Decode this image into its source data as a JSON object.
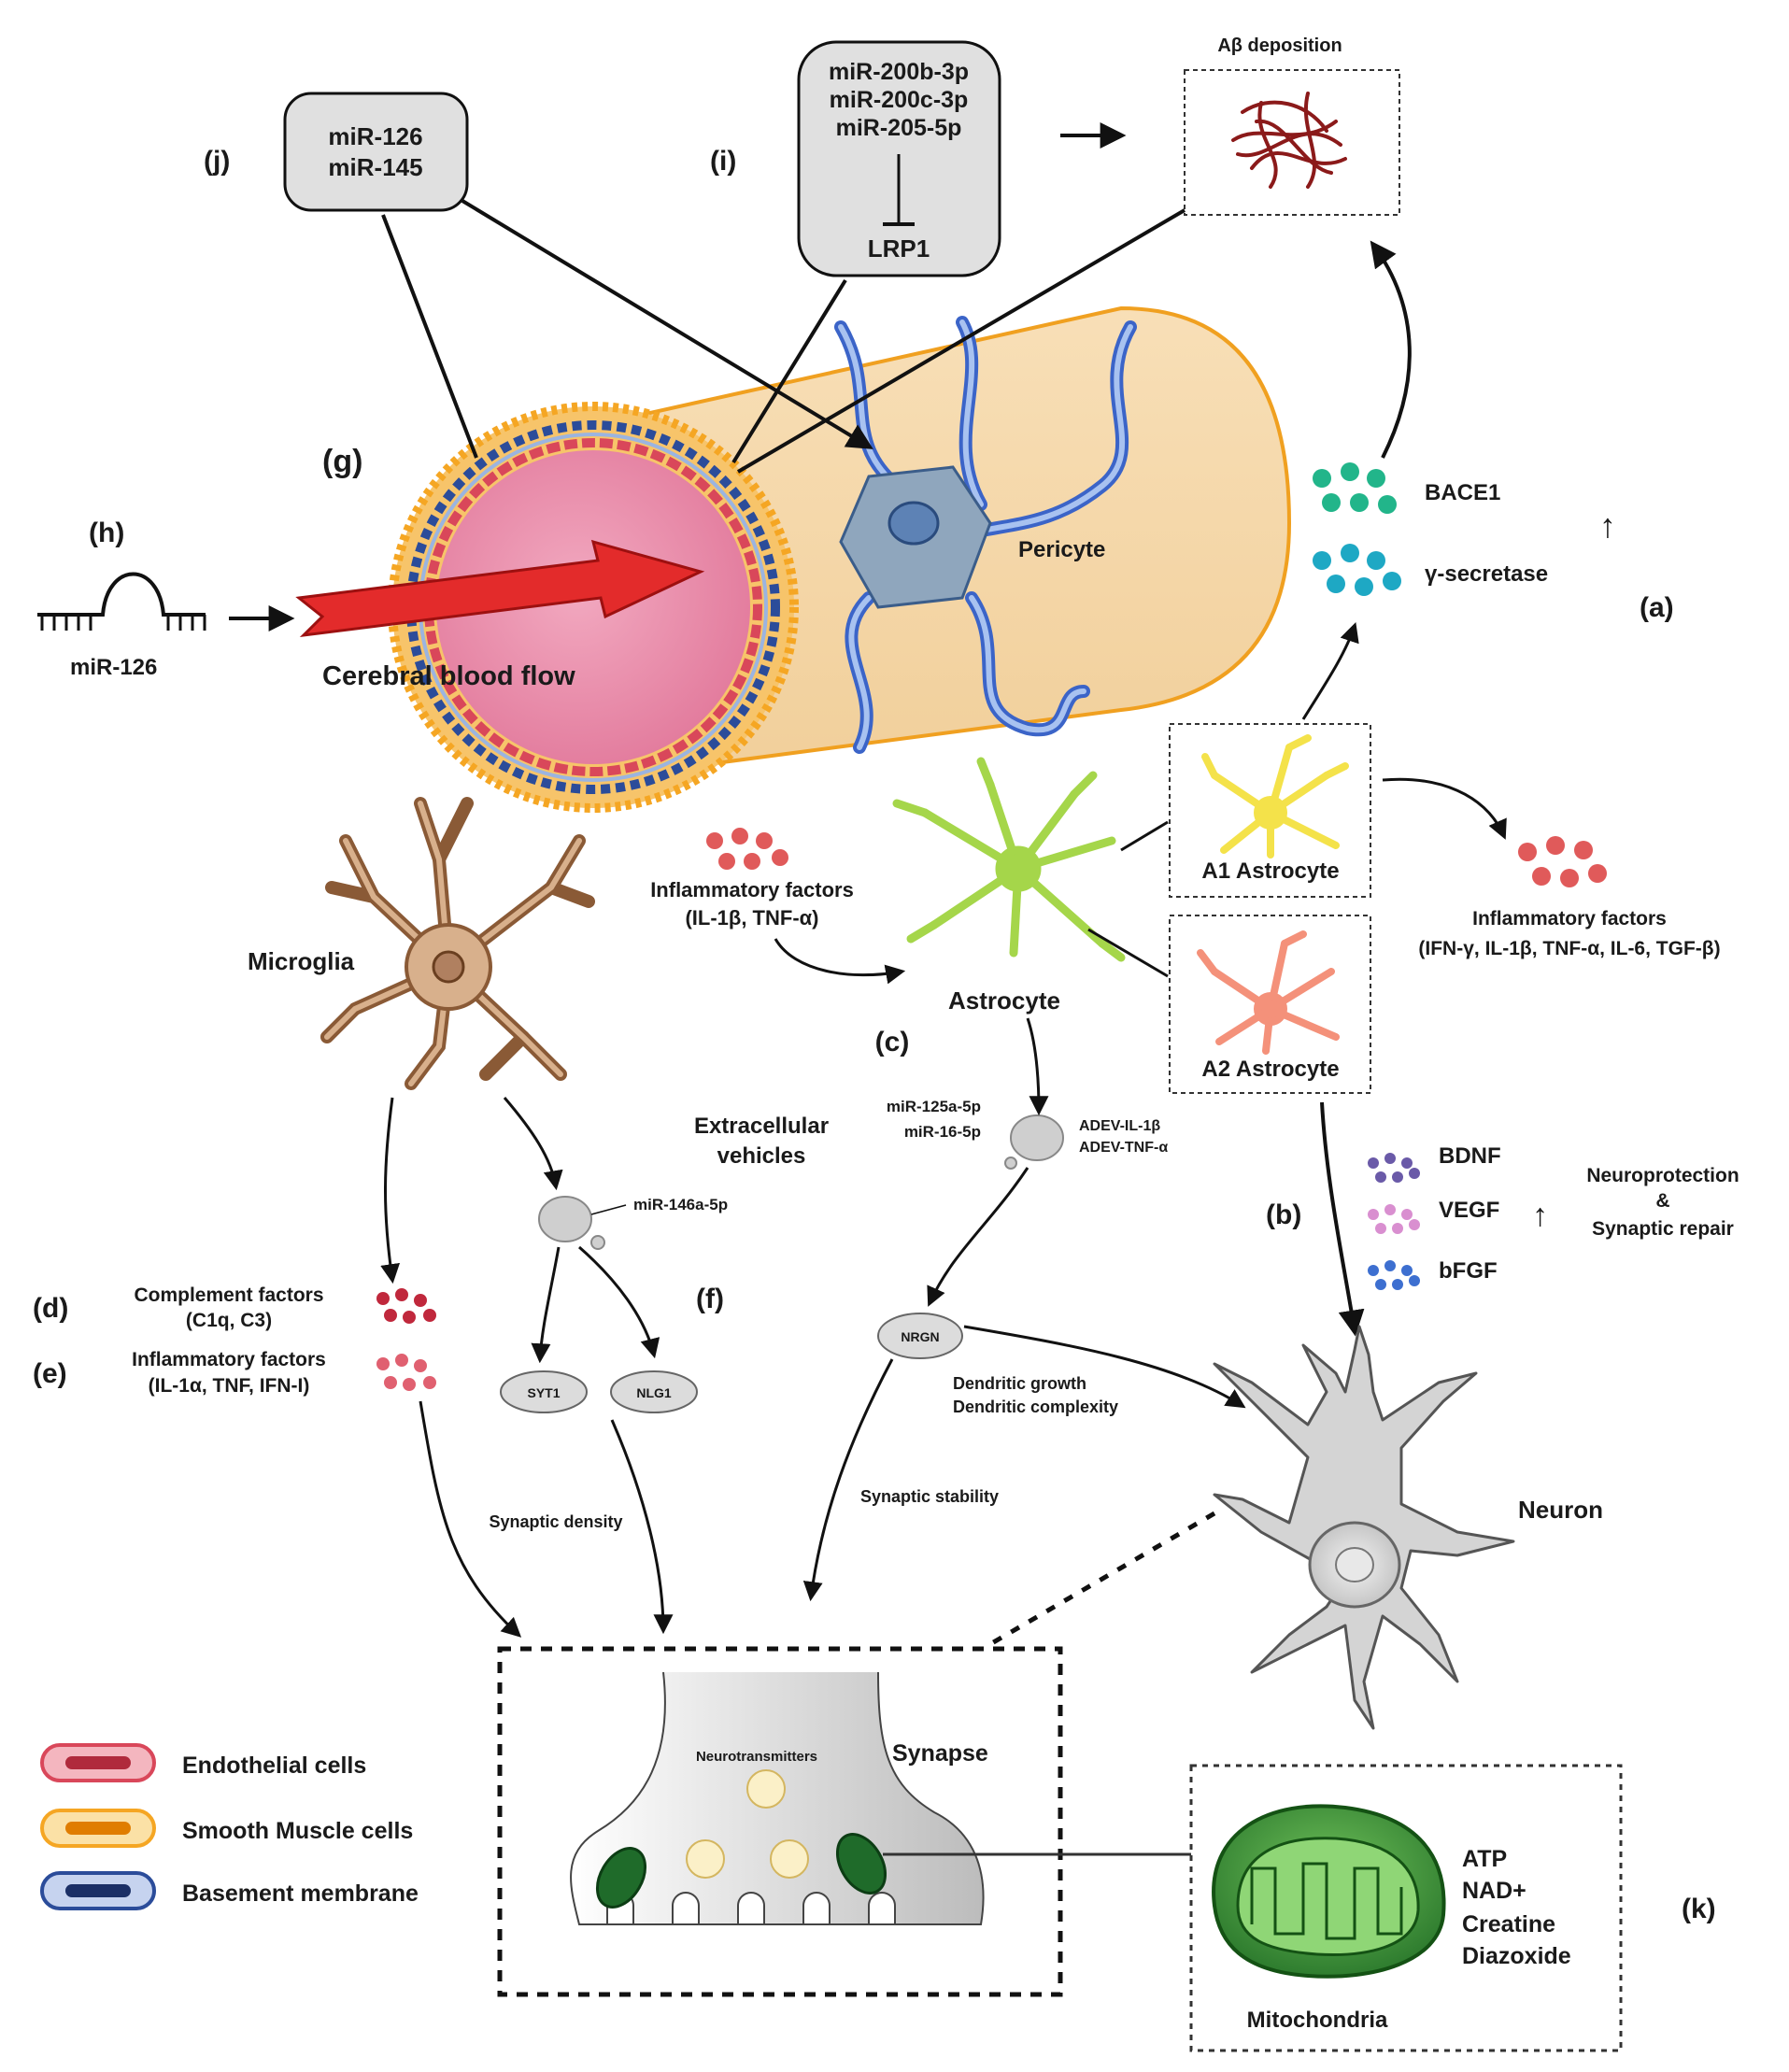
{
  "colors": {
    "endothelial": "#d9475a",
    "smooth_muscle": "#f5a623",
    "basement": "#2b4c9a",
    "vessel_fill": "#f6d9ae",
    "lumen": "#e88aa6",
    "flow_arrow": "#e02020",
    "pericyte": "#8fa6bd",
    "microglia": "#b08060",
    "astrocyte": "#a5d64a",
    "a1": "#f4e24a",
    "a2": "#f4917a",
    "neuron": "#d8d8d8",
    "mito": "#3a8f3a",
    "bace1_dots": "#22b58a",
    "gamma_dots": "#1ea8c4",
    "inflam_dots": "#e05a5a"
  },
  "panels": {
    "a": "(a)",
    "b": "(b)",
    "c": "(c)",
    "d": "(d)",
    "e": "(e)",
    "f": "(f)",
    "g": "(g)",
    "h": "(h)",
    "i": "(i)",
    "j": "(j)",
    "k": "(k)"
  },
  "abeta": {
    "title": "Aβ deposition"
  },
  "box_i": {
    "line1": "miR-200b-3p",
    "line2": "miR-200c-3p",
    "line3": "miR-205-5p",
    "target": "LRP1"
  },
  "box_j": {
    "line1": "miR-126",
    "line2": "miR-145"
  },
  "mir126_left": "miR-126",
  "flow_label": "Cerebral blood flow",
  "pericyte": "Pericyte",
  "enzymes": {
    "bace1": "BACE1",
    "gamma": "γ-secretase"
  },
  "astro": {
    "a1": "A1 Astrocyte",
    "a2": "A2 Astrocyte",
    "main": "Astrocyte",
    "inflam_in_title": "Inflammatory factors",
    "inflam_in_sub": "(IL-1β, TNF-α)",
    "inflam_out_title": "Inflammatory factors",
    "inflam_out_sub": "(IFN-γ, IL-1β, TNF-α, IL-6, TGF-β)"
  },
  "microglia": "Microglia",
  "ev": {
    "label1": "Extracellular",
    "label2": "vehicles",
    "mir125": "miR-125a-5p",
    "mir16": "miR-16-5p",
    "adev1": "ADEV-IL-1β",
    "adev2": "ADEV-TNF-α",
    "mir146": "miR-146a-5p",
    "nrgn": "NRGN",
    "syt1": "SYT1",
    "nlg1": "NLG1",
    "dendritic1": "Dendritic growth",
    "dendritic2": "Dendritic complexity",
    "stability": "Synaptic stability",
    "density": "Synaptic density"
  },
  "complement": {
    "title": "Complement factors",
    "sub": "(C1q, C3)"
  },
  "inflam_micro": {
    "title": "Inflammatory factors",
    "sub": "(IL-1α, TNF, IFN-I)"
  },
  "growth": {
    "bdnf": "BDNF",
    "vegf": "VEGF",
    "bfgf": "bFGF",
    "np1": "Neuroprotection",
    "np2": "&",
    "np3": "Synaptic repair"
  },
  "neuron": "Neuron",
  "synapse": {
    "title": "Synapse",
    "nt": "Neurotransmitters"
  },
  "mito": {
    "title": "Mitochondria",
    "items": [
      "ATP",
      "NAD+",
      "Creatine",
      "Diazoxide"
    ]
  },
  "legend": [
    {
      "label": "Endothelial cells",
      "color": "#d9475a",
      "inner": "#b02a3c"
    },
    {
      "label": "Smooth Muscle cells",
      "color": "#f5a623",
      "inner": "#e07d00"
    },
    {
      "label": "Basement membrane",
      "color": "#2b4c9a",
      "inner": "#1b2f66"
    }
  ],
  "arrows": {
    "up1": "↑",
    "up2": "↑"
  }
}
